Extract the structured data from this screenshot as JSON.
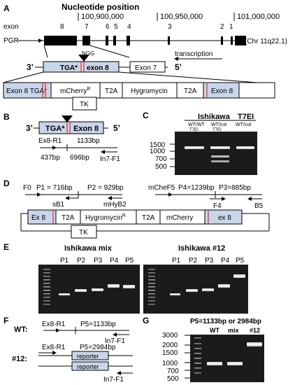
{
  "panelA": {
    "letter": "A",
    "nucleotide_title": "Nucleotide position",
    "positions": [
      "100,900,000",
      "100,950,000",
      "101,000,000"
    ],
    "exon_label": "exon",
    "exon_numbers": [
      "8",
      "7",
      "6",
      "5",
      "4",
      "3",
      "2",
      "1"
    ],
    "gene": "PGR",
    "chromosome": "(Chr 11q22.1)",
    "ngg": "NGG",
    "transcription": "transcription",
    "three_prime": "3’",
    "five_prime": "5’",
    "tga": "TGA*",
    "exon8": "exon 8",
    "exon7": "Exon 7",
    "construct": {
      "left": "Exon 8 TGA*",
      "mcherry": "mCherry",
      "mcherry_sup": "R",
      "t2a_1": "T2A",
      "hygro": "Hygromycin",
      "t2a_2": "T2A",
      "right": "Exon 8"
    },
    "tk": "TK"
  },
  "panelB": {
    "letter": "B",
    "three_prime": "3’",
    "five_prime": "5’",
    "tga": "TGA*",
    "exon8": "Exon 8",
    "primer_r": "Ex8-R1",
    "total": "1133bp",
    "left_len": "437bp",
    "right_len": "696bp",
    "primer_f": "In7-F1"
  },
  "panelC": {
    "letter": "C",
    "cell1": "Ishikawa",
    "cell2": "T7EI",
    "lane_labels": [
      "WT/WT\nT7EI",
      "WT/cut\nT7EI",
      "WT/cut"
    ],
    "lane_l1": [
      "WT/WT",
      "WT/cut",
      "WT/cut"
    ],
    "lane_l2": [
      "T7EI",
      "T7EI",
      ""
    ],
    "markers": [
      "1500",
      "1000",
      "700",
      "500"
    ]
  },
  "panelD": {
    "letter": "D",
    "F0": "F0",
    "P1": "P1 = 716bp",
    "P2": "P2 = 929bp",
    "mCheF5": "mCheF5",
    "P4": "P4=1239bp",
    "P3": "P3=885bp",
    "sB1": "sB1",
    "mHyB2": "mHyB2",
    "F4": "F4",
    "B5": "B5",
    "construct": {
      "ex8_left": "Ex 8",
      "t2a_1": "T2A",
      "hygro": "Hygromycin",
      "hygro_sup": "R",
      "t2a_2": "T2A",
      "mcherry": "mCherry",
      "ex8_right": "ex 8"
    },
    "tk": "TK"
  },
  "panelE": {
    "letter": "E",
    "title_left": "Ishikawa mix",
    "title_right": "Ishikawa #12",
    "lanes": [
      "P1",
      "P2",
      "P3",
      "P4",
      "P5"
    ]
  },
  "panelF": {
    "letter": "F",
    "wt": "WT:",
    "wt_primer_r": "Ex8-R1",
    "wt_len": "P5=1133bp",
    "wt_primer_f": "In7-F1",
    "mut": "#12:",
    "mut_primer_r": "Ex8-R1",
    "mut_len": "P5=2984bp",
    "reporter1": "reporter",
    "reporter2": "reporter",
    "mut_primer_f": "In7-F1"
  },
  "panelG": {
    "letter": "G",
    "title": "P5=1133bp or 2984bp",
    "lanes": [
      "WT",
      "mix",
      "#12"
    ],
    "markers": [
      "3000",
      "2000",
      "1500",
      "1000",
      "700",
      "500"
    ]
  },
  "colors": {
    "box_blue": "#c9d6ea",
    "red_mark": "#e0282c",
    "gel": "#1b1b1b"
  }
}
